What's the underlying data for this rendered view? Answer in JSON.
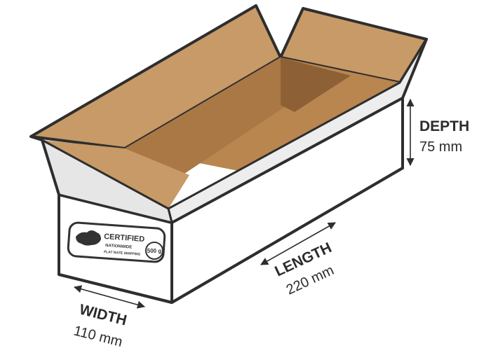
{
  "colors": {
    "outline": "#2e2e2e",
    "cardboard_light": "#c79a67",
    "cardboard_mid": "#a97845",
    "cardboard_dark": "#8d6035",
    "box_white": "#ffffff",
    "box_grey": "#e6e6e6",
    "text": "#2b2b2b"
  },
  "dimensions": {
    "depth": {
      "label": "DEPTH",
      "value": "75 mm"
    },
    "length": {
      "label": "LENGTH",
      "value": "220 mm"
    },
    "width": {
      "label": "WIDTH",
      "value": "110 mm"
    }
  },
  "badge": {
    "title": "CERTIFIED",
    "line2": "NATIONWIDE",
    "line3": "FLAT RATE SHIPPING",
    "weight": "500 g"
  },
  "icons": {
    "box": "open-cardboard-box",
    "badge_emblem": "australia-map-icon",
    "arrows": "double-headed-arrow"
  }
}
